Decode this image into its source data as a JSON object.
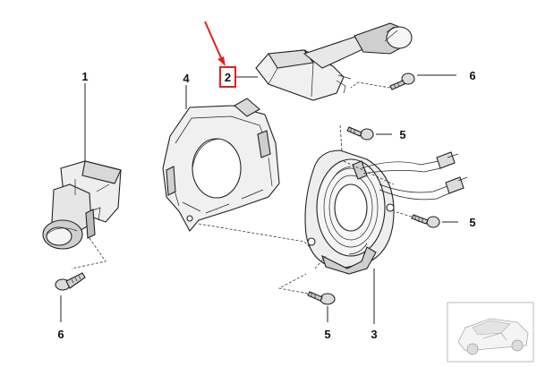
{
  "callouts": {
    "part_1": "1",
    "part_2": "2",
    "part_3": "3",
    "part_4": "4",
    "screw_6_top": "6",
    "screw_6_bottom": "6",
    "screw_5_upper": "5",
    "screw_5_right": "5",
    "screw_5_bottom": "5"
  },
  "colors": {
    "highlight": "#e02020",
    "line": "#222222",
    "part_fill": "#f2f2f2",
    "part_shade": "#c9c9c9"
  },
  "icons": {
    "arrow": "red-pointer-arrow",
    "thumbnail": "car-thumbnail-icon"
  }
}
